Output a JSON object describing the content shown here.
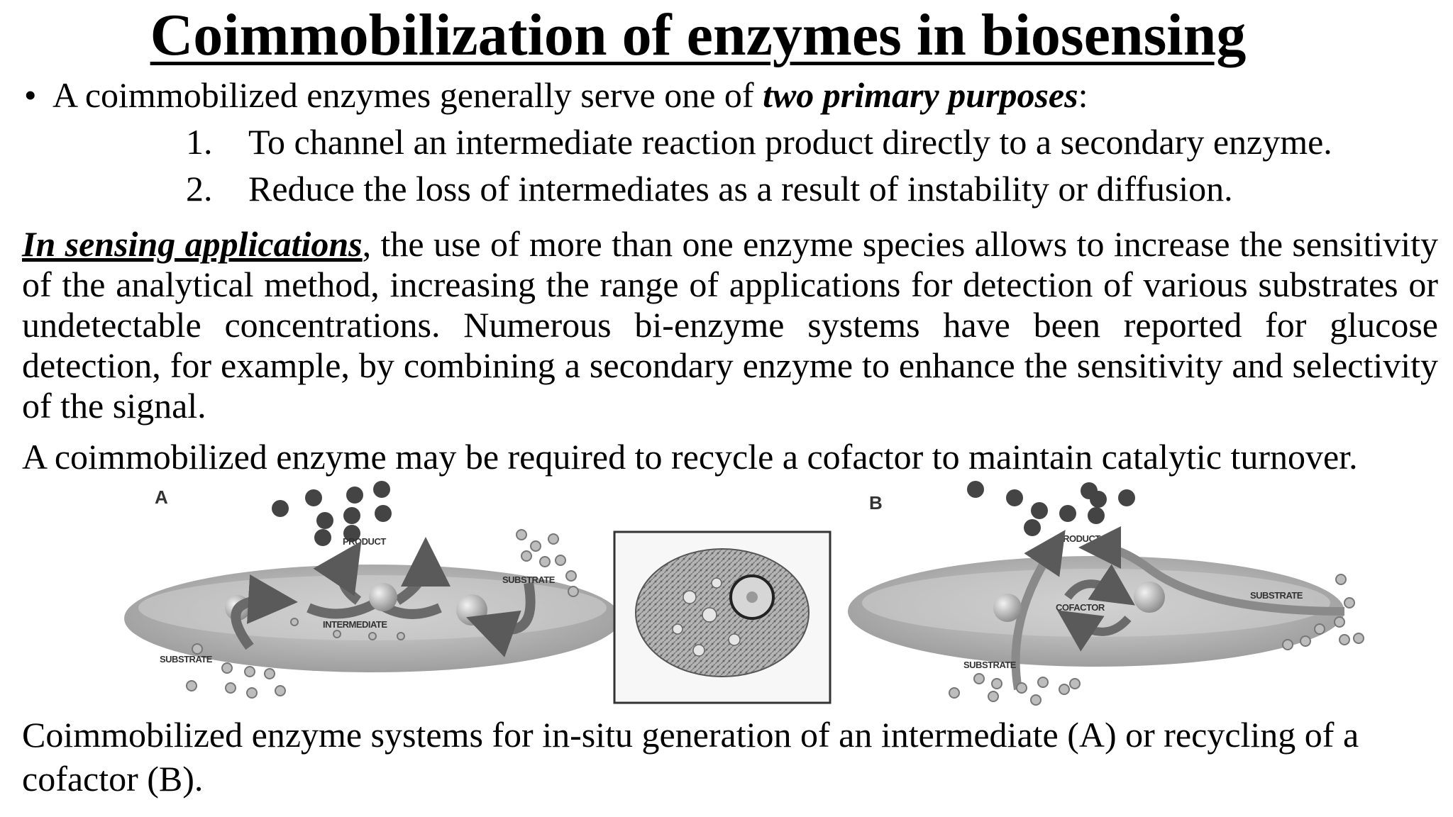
{
  "slide": {
    "title": "Coimmobilization of enzymes in biosensing",
    "bullet": {
      "marker": "•",
      "text_before": "A coimmobilized enzymes generally serve one of ",
      "emphasis": "two primary purposes",
      "text_after": ":"
    },
    "numbered": [
      {
        "num": "1.",
        "text": "To channel an intermediate reaction product directly to a secondary enzyme."
      },
      {
        "num": "2.",
        "text": "Reduce the loss of intermediates as a result of instability or diffusion."
      }
    ],
    "paragraph": {
      "lead": "In sensing applications",
      "rest": ", the use of more than one enzyme species allows to increase the sensitivity of the analytical method, increasing the range of applications for detection of various substrates or undetectable concentrations. Numerous bi-enzyme systems have been reported for glucose detection, for example, by combining a secondary enzyme to enhance the sensitivity and selectivity of the signal."
    },
    "statement": "A coimmobilized enzyme may be required to recycle a cofactor to maintain catalytic turnover.",
    "figure": {
      "panel_a": {
        "letter": "A",
        "product": "PRODUCT",
        "substrate_right": "SUBSTRATE",
        "intermediate": "INTERMEDIATE",
        "substrate_left": "SUBSTRATE"
      },
      "panel_b": {
        "letter": "B",
        "product": "PRODUCT",
        "substrate_right": "SUBSTRATE",
        "cofactor": "COFACTOR",
        "substrate_bottom": "SUBSTRATE"
      }
    },
    "caption": "Coimmobilized enzyme systems for in-situ generation of an intermediate (A) or recycling of a cofactor (B)."
  }
}
